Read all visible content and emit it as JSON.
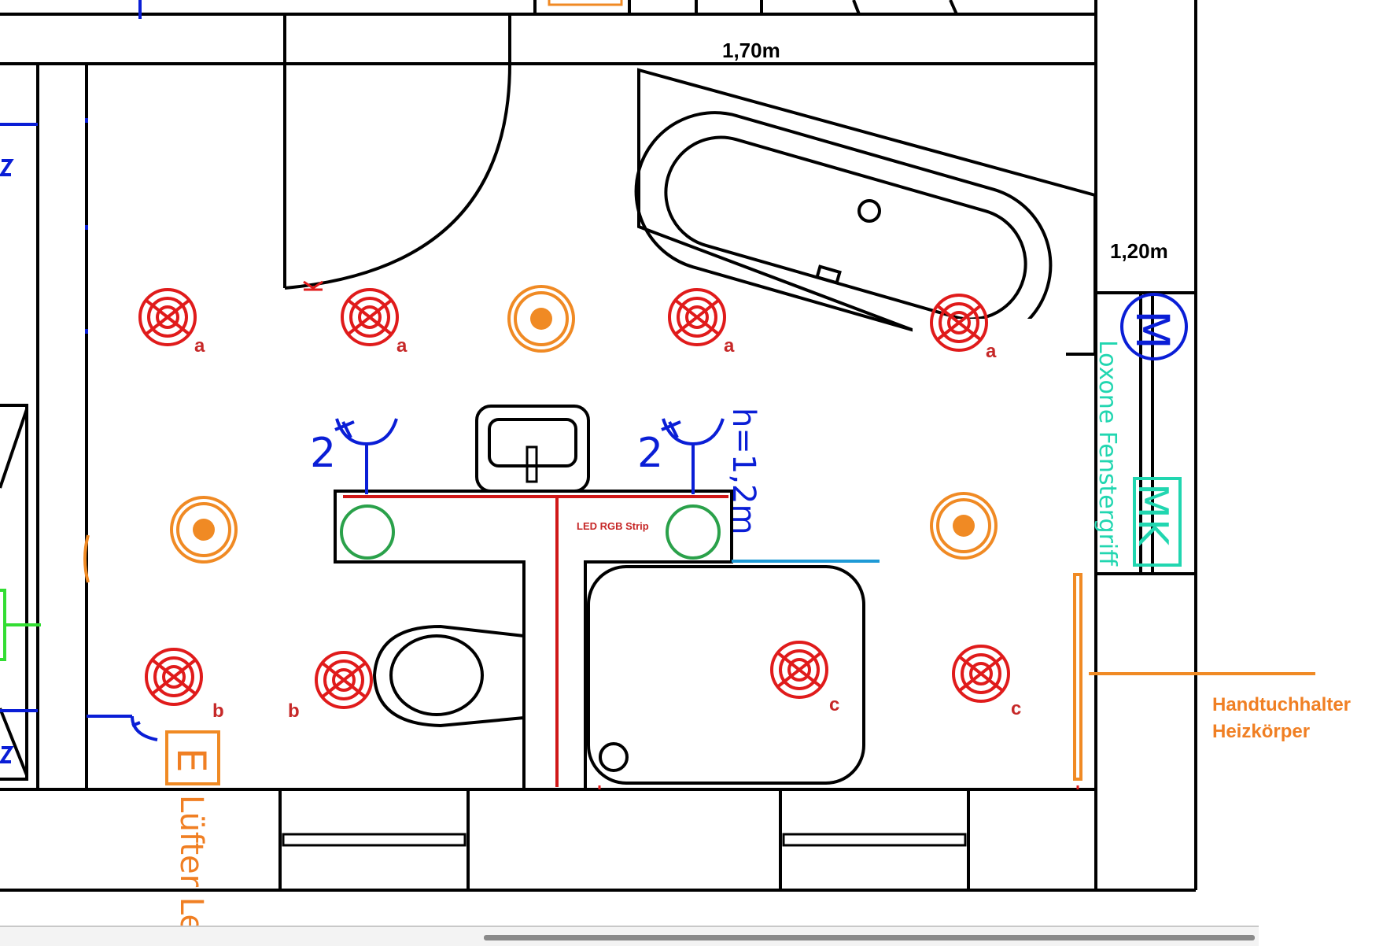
{
  "dimensions": {
    "top_width": "1,70m",
    "right_width": "1,20m",
    "socket_height": "h=1,2m"
  },
  "labels": {
    "led_strip": "LED RGB Strip",
    "window_handle": "Loxone Fenstergriff",
    "towel_heater_line1": "Handtuchhalter",
    "towel_heater_line2": "Heizkörper",
    "fan_symbol": "E",
    "fan_text": "Lüfter Le",
    "motor_symbol": "M",
    "mk_symbol": "MK",
    "socket_count_left": "2",
    "socket_count_right": "2"
  },
  "speakers": [
    {
      "group": "a"
    },
    {
      "group": "a"
    },
    {
      "group": "a"
    },
    {
      "group": "a"
    },
    {
      "group": "b"
    },
    {
      "group": "b"
    },
    {
      "group": "c"
    },
    {
      "group": "c"
    }
  ],
  "downlights": [
    "downlight",
    "downlight",
    "downlight"
  ],
  "colors": {
    "wall": "#000000",
    "speaker": "#e01b1b",
    "downlight": "#f08a24",
    "electrical": "#0a1ed6",
    "led_strip": "#d01818",
    "loxone": "#21d6b0",
    "ceiling_light_green": "#2aa14a",
    "label_red": "#c62828",
    "label_orange": "#f07f23",
    "cyan_line": "#1e9ad6",
    "green_wire": "#33dd33"
  },
  "icons": [
    "speaker-icon",
    "downlight-icon",
    "double-socket-icon",
    "motor-icon",
    "fan-icon",
    "towel-radiator-icon"
  ]
}
